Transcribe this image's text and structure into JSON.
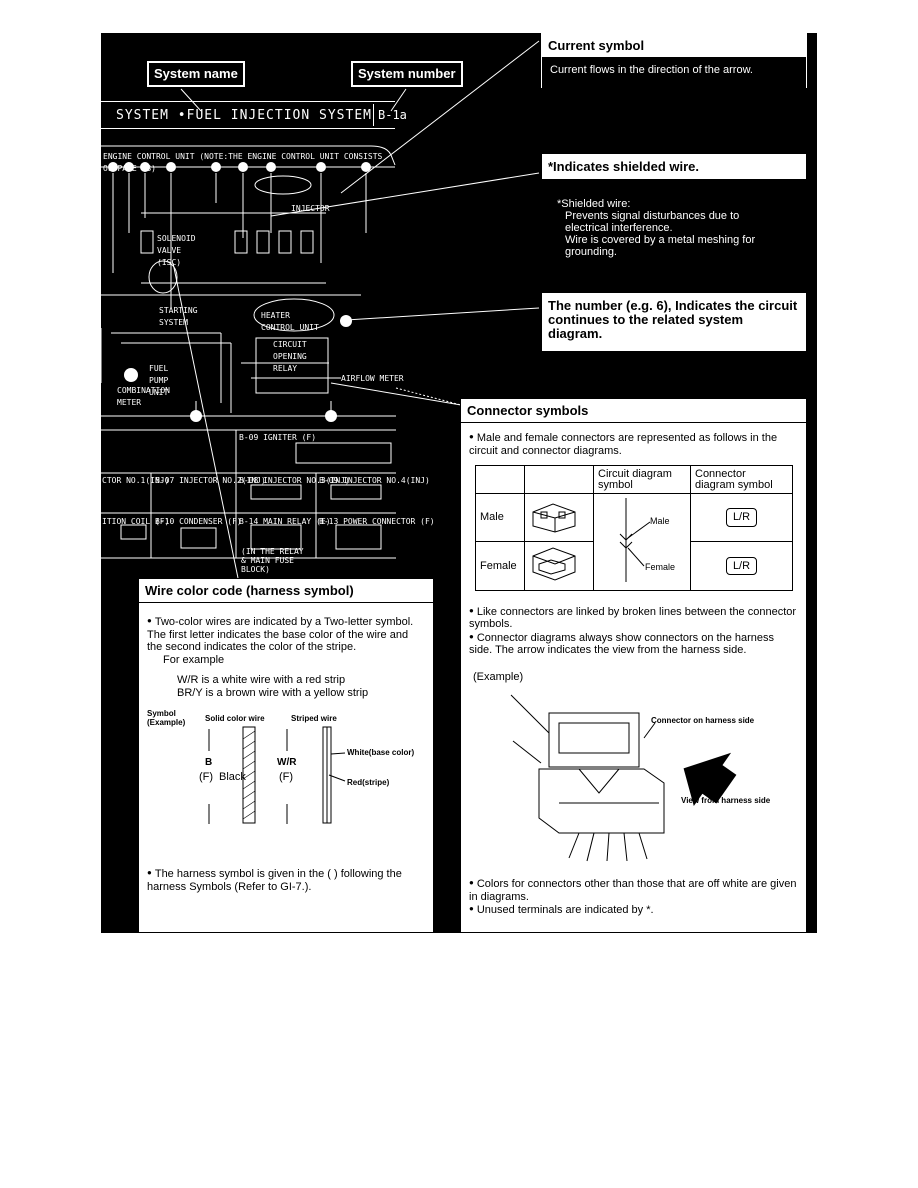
{
  "schematic": {
    "label_system_name": "System name",
    "label_system_number": "System number",
    "system_title": "SYSTEM •FUEL INJECTION SYSTEM",
    "system_number": "B-1a",
    "ecu_note": "ENGINE CONTROL UNIT (NOTE:THE ENGINE CONTROL UNIT CONSISTS OF PAGE 18)",
    "labels": {
      "injector": "INJECTOR",
      "solenoid": "SOLENOID VALVE (ISC)",
      "starting": "STARTING SYSTEM",
      "heater": "HEATER CONTROL UNIT",
      "fuel_pump": "FUEL PUMP UNIT",
      "combination": "COMBINATION METER",
      "circuit_relay": "CIRCUIT OPENING RELAY",
      "airflow": "AIRFLOW METER",
      "igniter": "B-09 IGNITER (F)",
      "main_relay": "B-14 MAIN RELAY (E)",
      "power_connector": "B-13 POWER CONNECTOR (F)",
      "condenser": "B-10 CONDENSER (F)",
      "in_relay_box": "(IN THE RELAY & MAIN FUSE BLOCK)",
      "inj1": "CTOR NO.1(INJ)",
      "inj2": "B-07 INJECTOR NO.2(INJ)",
      "inj3": "B-08 INJECTOR NO.3(INJ)",
      "inj4": "B-09 INJECTOR NO.4(INJ)",
      "ign_coil": "ITION COIL (F)"
    }
  },
  "current_symbol": {
    "title": "Current symbol",
    "text": "Current flows in the direction of the arrow."
  },
  "shielded": {
    "title": "*Indicates shielded wire.",
    "heading": "*Shielded wire:",
    "lines": [
      "Prevents signal disturbances due to",
      "electrical interference.",
      "Wire is covered by a metal meshing for",
      "grounding."
    ]
  },
  "circuit_number": {
    "text": "The number (e.g. 6), Indicates the circuit continues to the related system diagram."
  },
  "connector": {
    "title": "Connector symbols",
    "intro": "Male and female connectors are represented as follows in the circuit and connector diagrams.",
    "col_circuit": "Circuit diagram symbol",
    "col_connector": "Connector diagram symbol",
    "row_male": "Male",
    "row_female": "Female",
    "male_callout": "Male",
    "female_callout": "Female",
    "symbol_text": "L/R",
    "bullet1": "Like connectors are linked by broken lines between the connector symbols.",
    "bullet2": "Connector diagrams always show connectors on the harness side.  The arrow indicates the view from the harness side.",
    "example": "(Example)",
    "harness_side": "Connector on harness side",
    "view": "View from harness side",
    "bullet3": "Colors for connectors other than those that are off white are given in diagrams.",
    "bullet4": "Unused terminals are indicated by *."
  },
  "wire_color": {
    "title": "Wire color code (harness symbol)",
    "bullet": "Two-color wires are indicated by a Two-letter symbol. The first letter indicates the base color of the wire and the second indicates the color of the stripe.",
    "for_example": "For example",
    "ex1": "W/R is a white wire with a red strip",
    "ex2": "BR/Y is a brown wire with a yellow strip",
    "symbol_label": "Symbol (Example)",
    "solid_label": "Solid color wire",
    "striped_label": "Striped wire",
    "solid_code": "B",
    "solid_harness": "(F)",
    "solid_name": "Black",
    "striped_code": "W/R",
    "striped_harness": "(F)",
    "base_color": "White(base color)",
    "stripe_color": "Red(stripe)",
    "footer": "The harness symbol is given in the (   ) following the harness Symbols (Refer to GI-7.)."
  }
}
